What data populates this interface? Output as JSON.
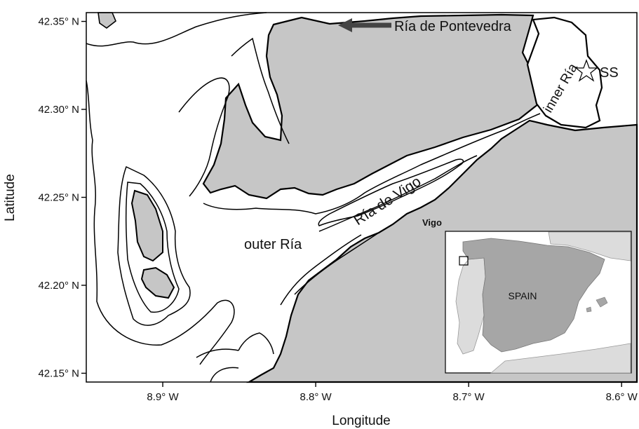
{
  "axes": {
    "x_title": "Longitude",
    "y_title": "Latitude",
    "x_ticks": [
      {
        "value": -8.9,
        "label": "8.9° W"
      },
      {
        "value": -8.8,
        "label": "8.8° W"
      },
      {
        "value": -8.7,
        "label": "8.7° W"
      },
      {
        "value": -8.6,
        "label": "8.6° W"
      }
    ],
    "y_ticks": [
      {
        "value": 42.35,
        "label": "42.35° N"
      },
      {
        "value": 42.3,
        "label": "42.30° N"
      },
      {
        "value": 42.25,
        "label": "42.25° N"
      },
      {
        "value": 42.2,
        "label": "42.20° N"
      },
      {
        "value": 42.15,
        "label": "42.15° N"
      }
    ],
    "x_range": [
      -8.95,
      -8.59
    ],
    "y_range": [
      42.145,
      42.355
    ]
  },
  "labels": {
    "ria_pontevedra": "Ría de Pontevedra",
    "inner_ria": "inner Ría",
    "station": "SS",
    "ria_vigo": "Ría de Vigo",
    "vigo": "Vigo",
    "outer_ria": "outer Ría"
  },
  "inset": {
    "country_label": "SPAIN"
  },
  "colors": {
    "land": "#c6c6c6",
    "water": "#ffffff",
    "contour": "#000000",
    "inset_spain": "#a6a6a6",
    "inset_neighbors": "#dcdcdc",
    "arrow": "#444444"
  }
}
